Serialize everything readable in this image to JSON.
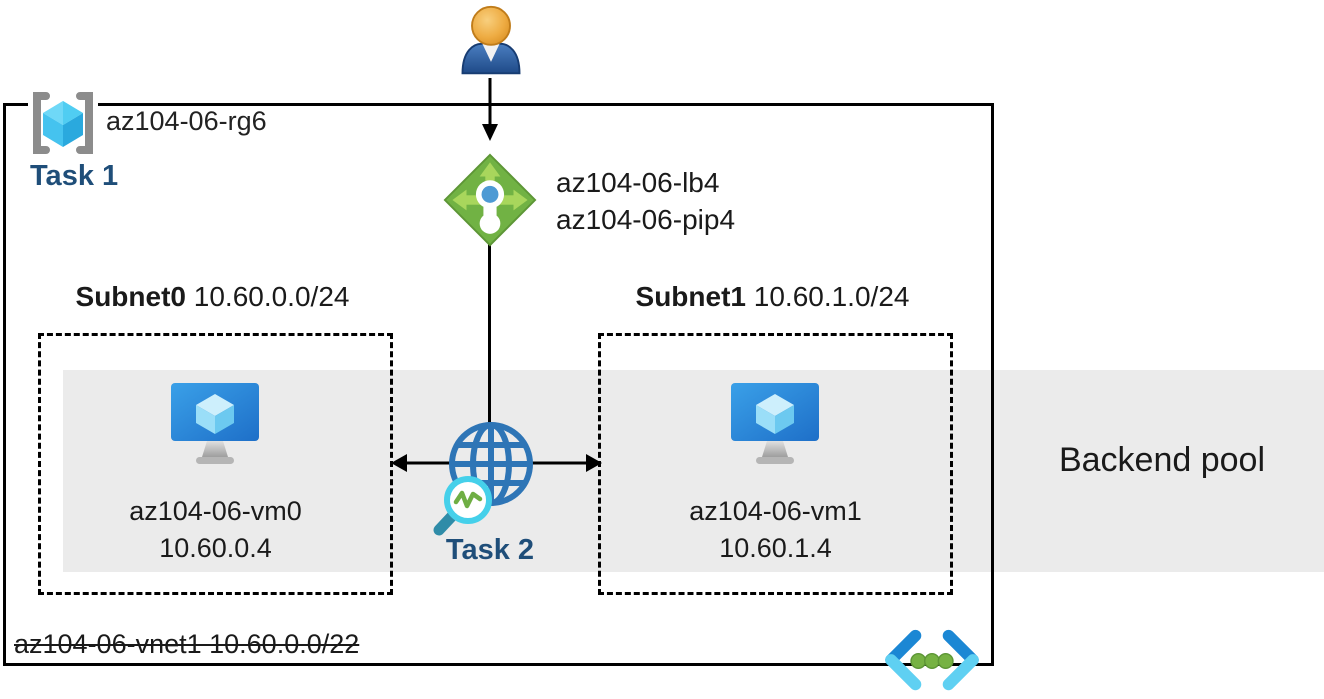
{
  "diagram": {
    "resource_group": {
      "name": "az104-06-rg6",
      "task_label": "Task 1"
    },
    "load_balancer": {
      "name": "az104-06-lb4",
      "public_ip": "az104-06-pip4"
    },
    "subnet0": {
      "name": "Subnet0",
      "cidr": "10.60.0.0/24"
    },
    "subnet1": {
      "name": "Subnet1",
      "cidr": "10.60.1.0/24"
    },
    "vm0": {
      "name": "az104-06-vm0",
      "ip": "10.60.0.4"
    },
    "vm1": {
      "name": "az104-06-vm1",
      "ip": "10.60.1.4"
    },
    "probe_task_label": "Task 2",
    "vnet": {
      "label": "az104-06-vnet1 10.60.0.0/22"
    },
    "backend_pool_label": "Backend pool",
    "icons": [
      "user-icon",
      "resource-group-icon",
      "load-balancer-icon",
      "vm-icon",
      "globe-probe-icon",
      "vnet-icon"
    ],
    "colors": {
      "task_text": "#1f4e79",
      "band_gray": "#ebebeb",
      "lb_green": "#71b244",
      "lb_arrow_green": "#a8d65c",
      "vm_blue": "#2e86d9",
      "globe_blue": "#2e75b6",
      "vnet_dark_blue": "#1b87d4",
      "vnet_light_blue": "#5fd0f2",
      "dot_green": "#76b243",
      "person_head_orange": "#e8a33d",
      "person_body_blue": "#2d5e9e"
    }
  }
}
